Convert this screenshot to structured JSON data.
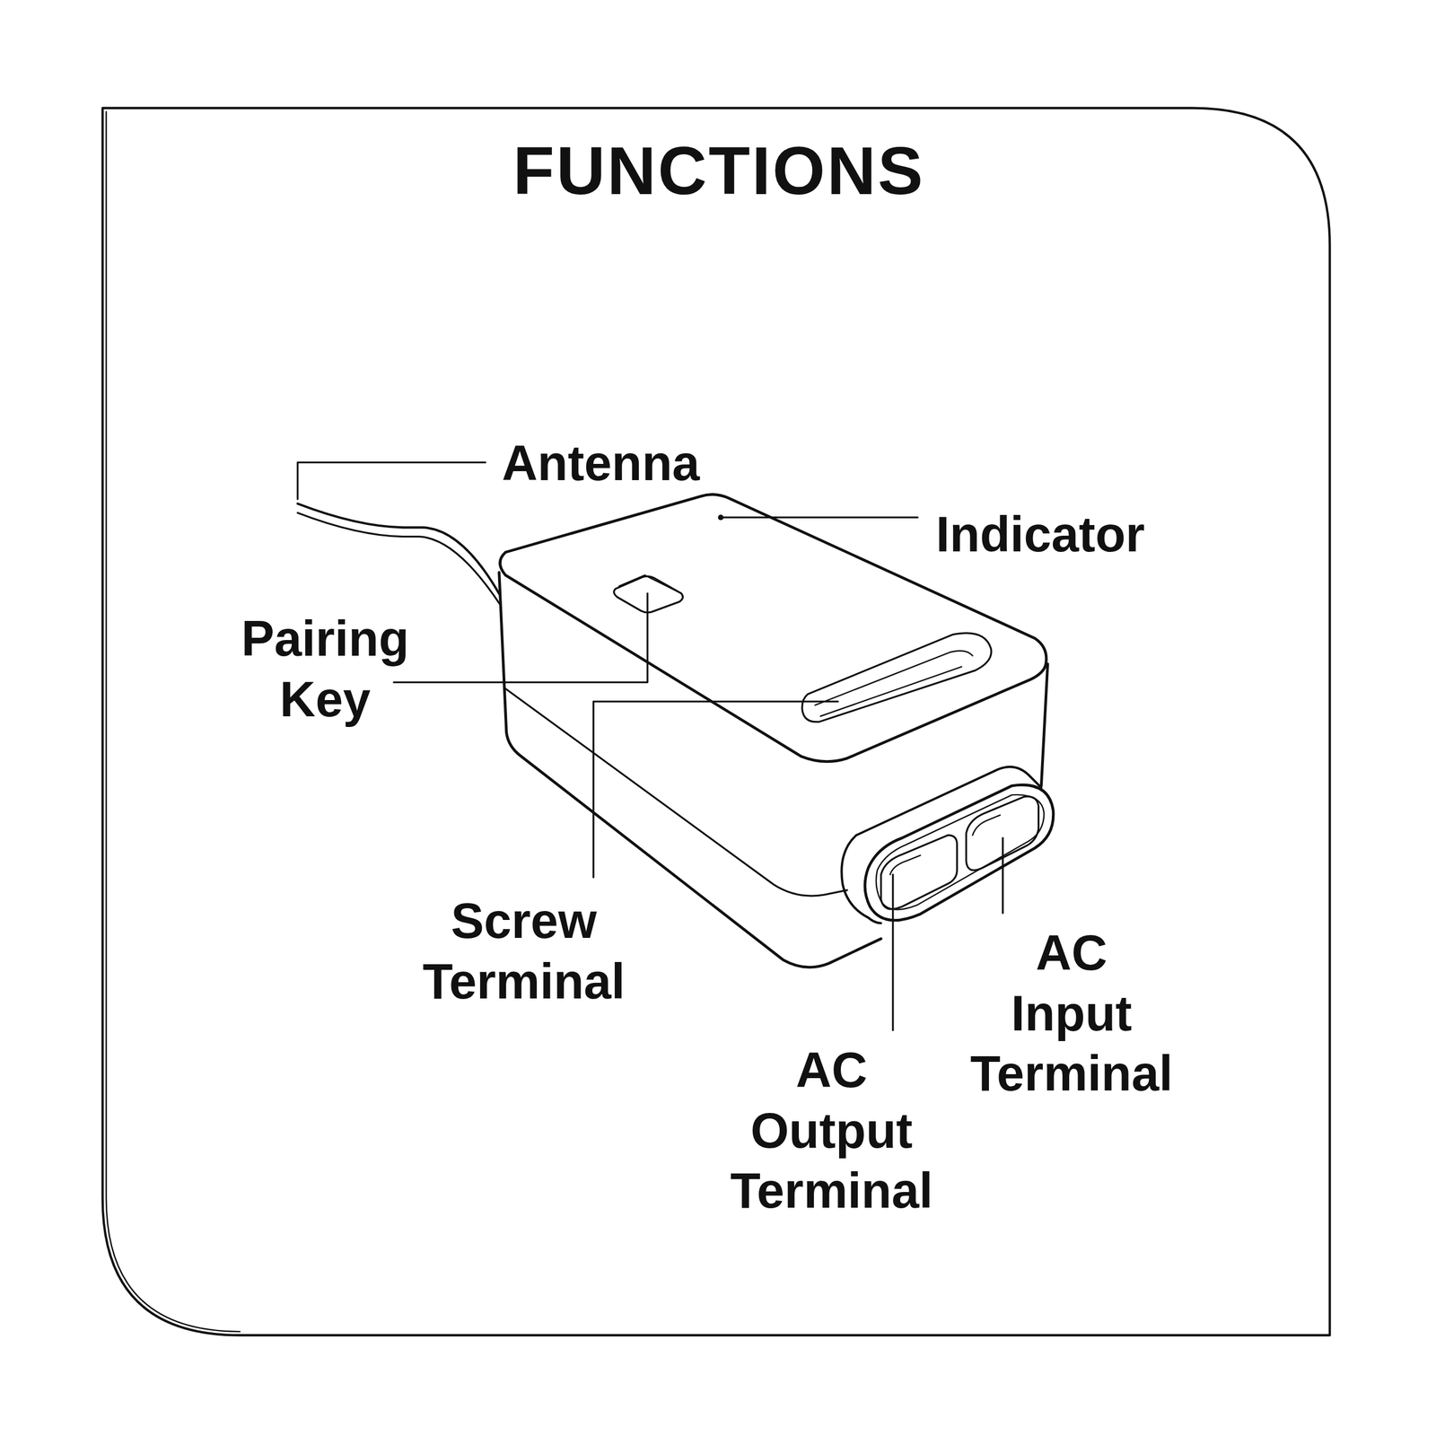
{
  "diagram": {
    "title": "FUNCTIONS",
    "labels": [
      "Antenna",
      "Indicator",
      "Pairing Key",
      "Screw Terminal",
      "AC Output Terminal",
      "AC Input Terminal"
    ]
  }
}
